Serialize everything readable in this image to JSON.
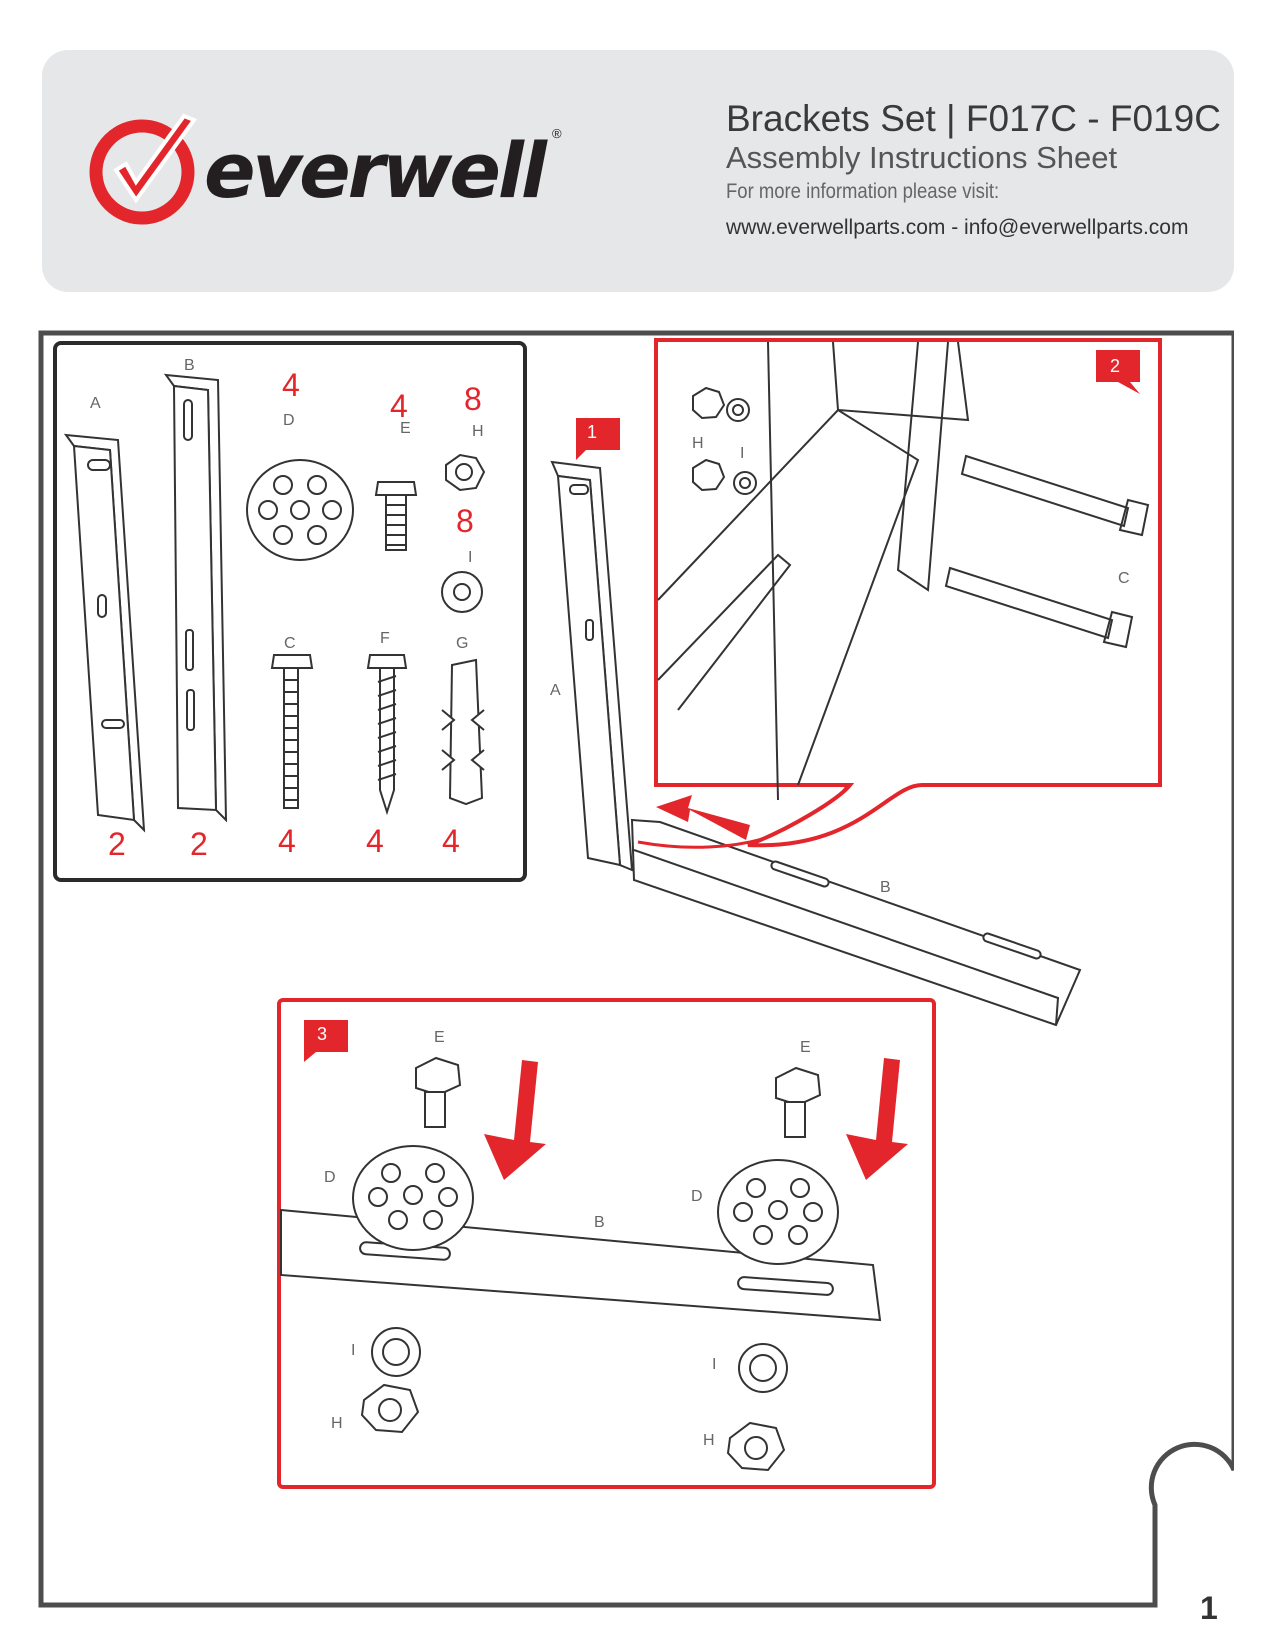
{
  "header": {
    "brand": "everwell",
    "registered_mark": "®",
    "title": "Brackets Set | F017C - F019C",
    "subtitle": "Assembly Instructions Sheet",
    "info_note": "For more information please visit:",
    "contact": "www.everwellparts.com - info@everwellparts.com"
  },
  "parts_panel": {
    "parts": [
      {
        "letter": "A",
        "qty": "2"
      },
      {
        "letter": "B",
        "qty": "2"
      },
      {
        "letter": "D",
        "qty": "4"
      },
      {
        "letter": "E",
        "qty": "4"
      },
      {
        "letter": "H",
        "qty": "8"
      },
      {
        "letter": "I",
        "qty": "8"
      },
      {
        "letter": "C",
        "qty": "4"
      },
      {
        "letter": "F",
        "qty": "4"
      },
      {
        "letter": "G",
        "qty": "4"
      }
    ]
  },
  "steps": [
    {
      "number": "1",
      "labels": [
        "A",
        "B"
      ]
    },
    {
      "number": "2",
      "labels": [
        "H",
        "I",
        "C"
      ]
    },
    {
      "number": "3",
      "labels": [
        "E",
        "E",
        "D",
        "D",
        "B",
        "I",
        "I",
        "H",
        "H"
      ]
    }
  ],
  "colors": {
    "accent": "#e2262b",
    "header_bg": "#e6e7e8",
    "frame": "#4d4d4d"
  },
  "page_number": "1"
}
